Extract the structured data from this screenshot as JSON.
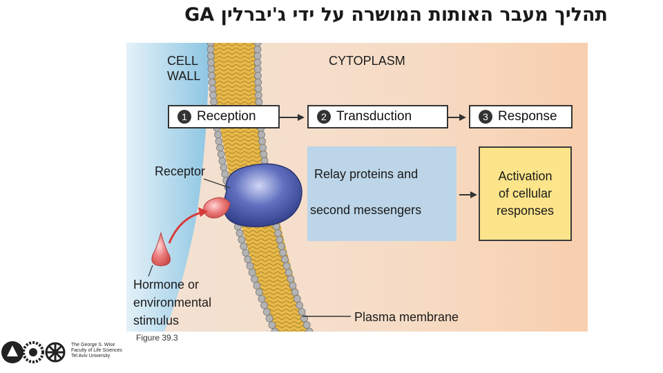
{
  "slide": {
    "title": "תהליך מעבר האותות המושרה על ידי ג'יברלין GA"
  },
  "diagram": {
    "labels": {
      "cell_wall": "CELL\nWALL",
      "cytoplasm": "CYTOPLASM",
      "receptor": "Receptor",
      "hormone": "Hormone or\nenvironmental\nstimulus",
      "plasma_membrane": "Plasma membrane"
    },
    "steps": [
      {
        "number": "1",
        "label": "Reception"
      },
      {
        "number": "2",
        "label": "Transduction"
      },
      {
        "number": "3",
        "label": "Response"
      }
    ],
    "relay": {
      "line1": "Relay proteins and",
      "line2": "second messengers"
    },
    "response_box": "Activation\nof cellular\nresponses",
    "caption": "Figure 39.3",
    "colors": {
      "cell_wall": "#9fcfe8",
      "membrane_tail": "#e8b94a",
      "membrane_head": "#b3b3b3",
      "receptor": "#4a5aa8",
      "hormone": "#e76a6a",
      "relay_box": "#bcd5e8",
      "response_box": "#fbe48a"
    }
  },
  "footer": {
    "institution": "The George S. Wise\nFaculty of Life Sciences\nTel Aviv University"
  }
}
